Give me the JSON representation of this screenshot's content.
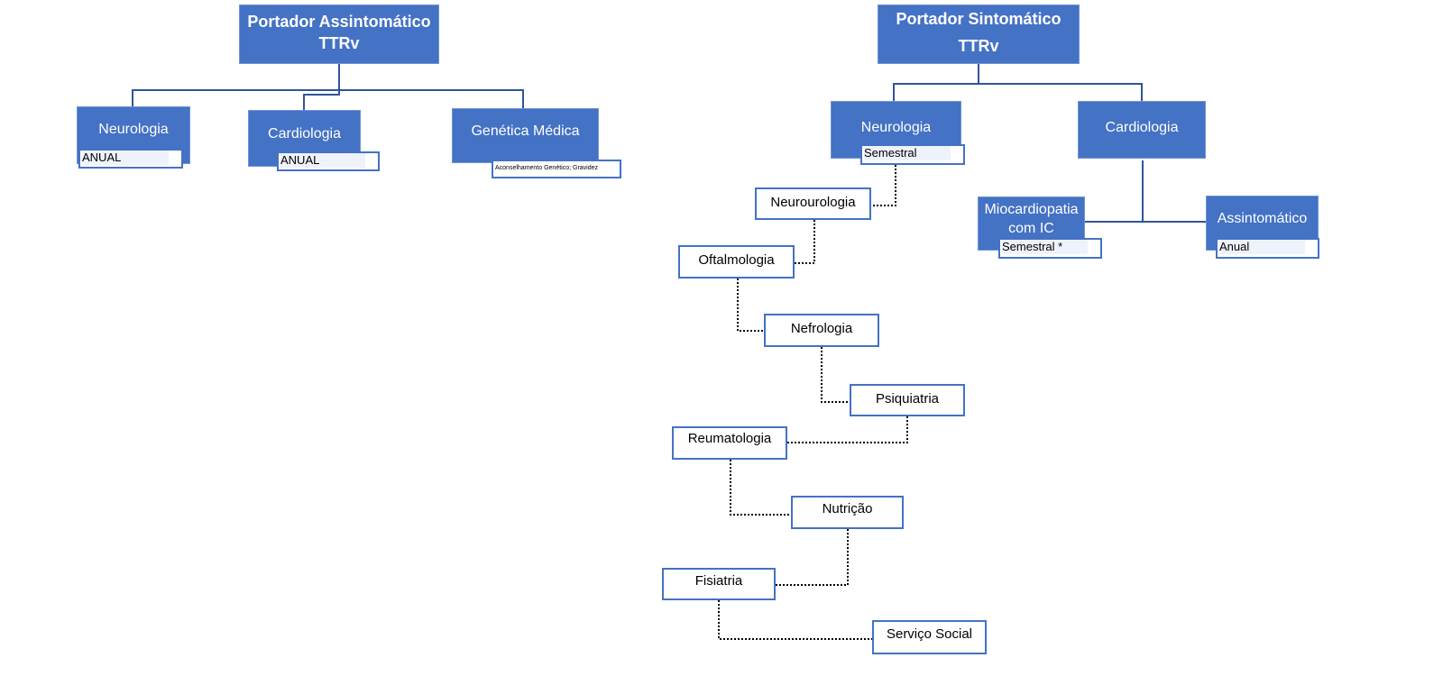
{
  "colors": {
    "node_fill": "#4472c4",
    "connector": "#2f5597",
    "dotted": "#000000"
  },
  "left_tree": {
    "root": {
      "line1": "Portador Assintomático",
      "line2": "TTRv"
    },
    "children": [
      {
        "label": "Neurologia",
        "frequency": "ANUAL"
      },
      {
        "label": "Cardiologia",
        "frequency": "ANUAL"
      },
      {
        "label": "Genética Médica",
        "frequency": "Aconselhamento Genético;  Gravidez"
      }
    ]
  },
  "right_tree": {
    "root": {
      "line1": "Portador Sintomático",
      "line2": "TTRv"
    },
    "neurologia": {
      "label": "Neurologia",
      "frequency": "Semestral"
    },
    "cardiologia": {
      "label": "Cardiologia"
    },
    "cardio_children": [
      {
        "line1": "Miocardiopatia",
        "line2": "com IC",
        "frequency": "Semestral *"
      },
      {
        "label": "Assintomático",
        "frequency": "Anual"
      }
    ],
    "chain": [
      "Neurourologia",
      "Oftalmologia",
      "Nefrologia",
      "Psiquiatria",
      "Reumatologia",
      "Nutrição",
      "Fisiatria",
      "Serviço Social"
    ]
  }
}
